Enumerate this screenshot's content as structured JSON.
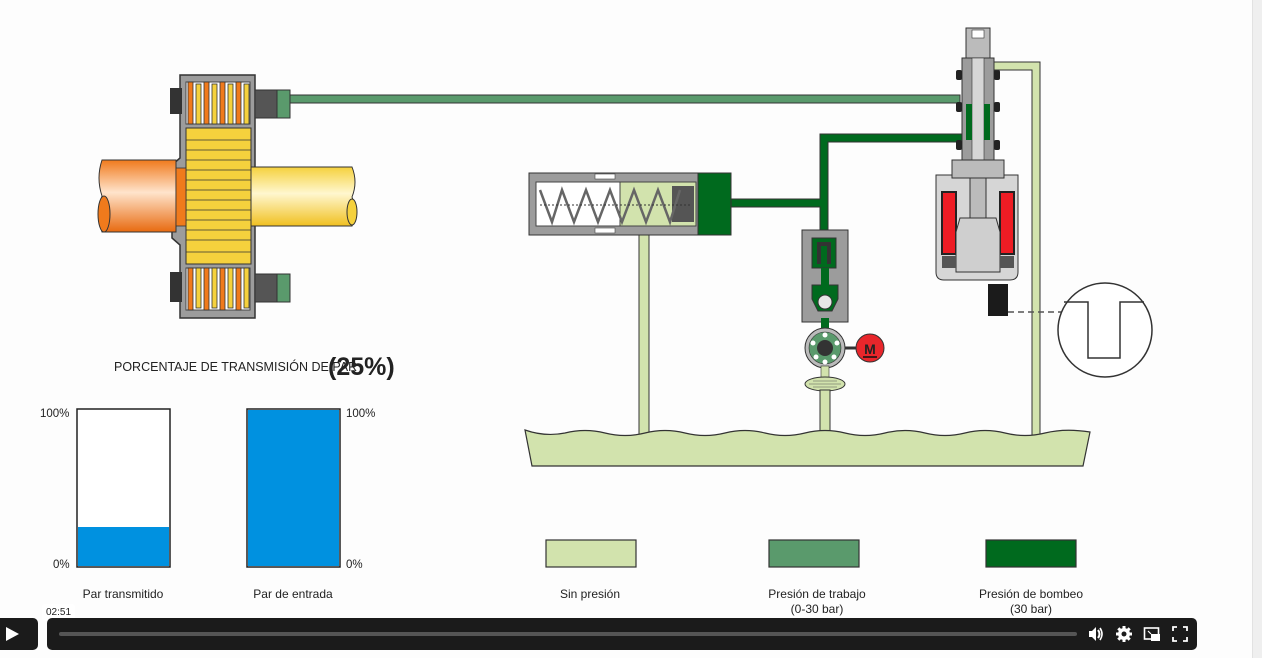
{
  "diagram": {
    "title": "PORCENTAJE DE TRANSMISIÓN DE PAR",
    "percent_label": "(25%)",
    "motor_label": "M",
    "colors": {
      "sin_presion": "#d2e3ad",
      "presion_trabajo": "#5a9a6c",
      "presion_bombeo": "#006a1e",
      "bar_fill": "#0091e0",
      "motor_red": "#e8262b",
      "coil_red": "#ee1c24"
    }
  },
  "chart_data": [
    {
      "type": "bar",
      "title": "Par transmitido",
      "categories": [
        "Par transmitido"
      ],
      "values": [
        25
      ],
      "unit": "%",
      "ylim": [
        0,
        100
      ],
      "tick_labels": [
        "0%",
        "100%"
      ]
    },
    {
      "type": "bar",
      "title": "Par de entrada",
      "categories": [
        "Par de entrada"
      ],
      "values": [
        100
      ],
      "unit": "%",
      "ylim": [
        0,
        100
      ],
      "tick_labels": [
        "0%",
        "100%"
      ]
    }
  ],
  "bars": {
    "transmitido": {
      "label": "Par transmitido",
      "value": 25,
      "top_tick": "100%",
      "bottom_tick": "0%"
    },
    "entrada": {
      "label": "Par de entrada",
      "value": 100,
      "top_tick": "100%",
      "bottom_tick": "0%"
    }
  },
  "legend": [
    {
      "label": "Sin presión",
      "sublabel": "",
      "color": "#d2e3ad"
    },
    {
      "label": "Presión de trabajo",
      "sublabel": "(0-30 bar)",
      "color": "#5a9a6c"
    },
    {
      "label": "Presión de bombeo",
      "sublabel": "(30 bar)",
      "color": "#006a1e"
    }
  ],
  "player": {
    "time_tooltip": "02:51",
    "progress": 0,
    "play_icon": "play-icon",
    "volume_icon": "volume-icon",
    "settings_icon": "gear-icon",
    "pip_icon": "picture-in-picture-icon",
    "fullscreen_icon": "fullscreen-icon"
  }
}
